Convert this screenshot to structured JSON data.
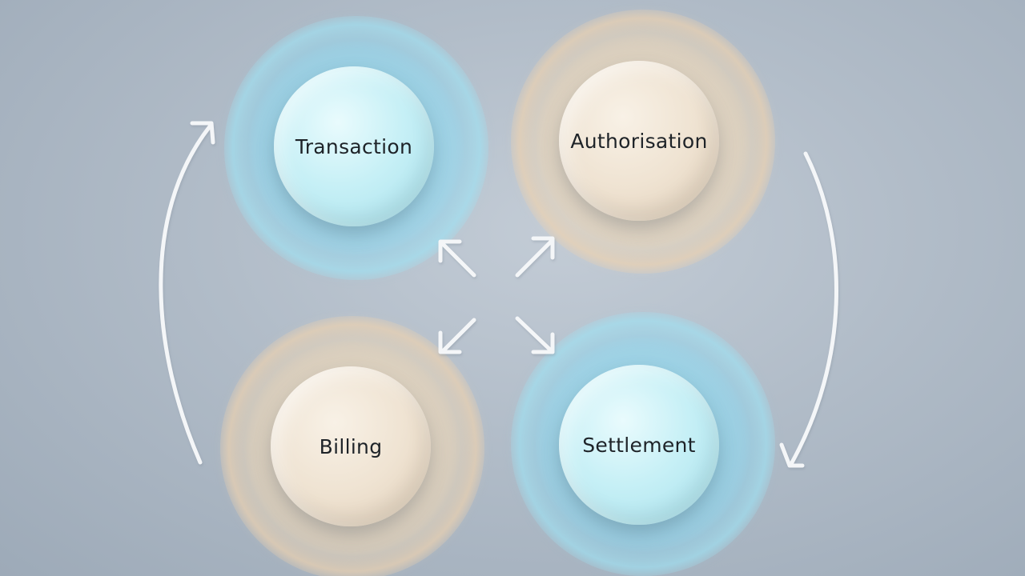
{
  "diagram": {
    "nodes": [
      {
        "id": "transaction",
        "label": "Transaction",
        "theme": "blue"
      },
      {
        "id": "authorisation",
        "label": "Authorisation",
        "theme": "beige"
      },
      {
        "id": "billing",
        "label": "Billing",
        "theme": "beige"
      },
      {
        "id": "settlement",
        "label": "Settlement",
        "theme": "blue"
      }
    ],
    "connections": [
      {
        "from": "billing",
        "to": "transaction",
        "kind": "curved-arrow"
      },
      {
        "from": "authorisation",
        "to": "settlement",
        "kind": "curved-arrow"
      },
      {
        "from": "center",
        "to": "transaction",
        "kind": "straight-arrow"
      },
      {
        "from": "center",
        "to": "authorisation",
        "kind": "straight-arrow"
      },
      {
        "from": "center",
        "to": "billing",
        "kind": "straight-arrow"
      },
      {
        "from": "center",
        "to": "settlement",
        "kind": "straight-arrow"
      }
    ],
    "colors": {
      "background": "#b1bcc8",
      "blue_node": "#c7f0f6",
      "beige_node": "#efe3d2",
      "arrow": "#f4f6f8",
      "text": "#1e2328"
    }
  }
}
